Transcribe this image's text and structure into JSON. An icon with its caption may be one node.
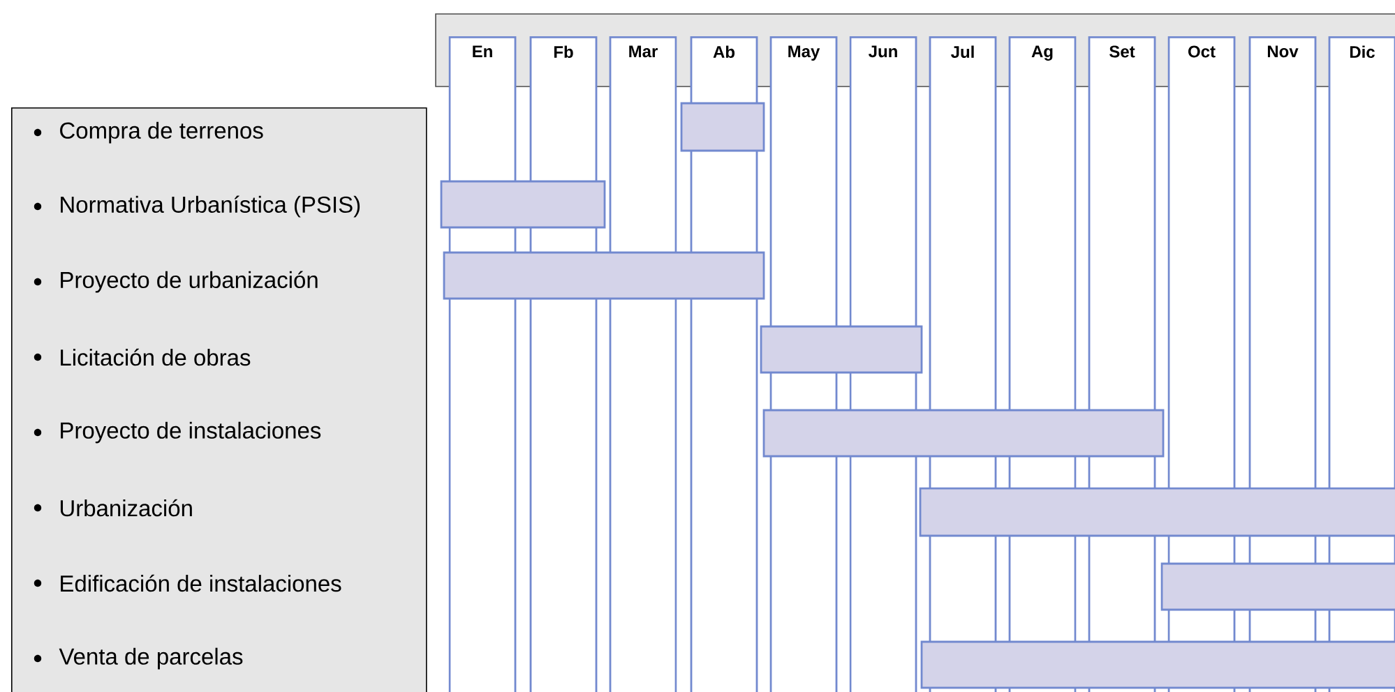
{
  "diagram": {
    "nodes": [
      {
        "text": [
          "En"
        ]
      },
      {
        "text": [
          "Fb"
        ]
      },
      {
        "text": [
          "Mar"
        ]
      },
      {
        "text": [
          "Ab"
        ]
      },
      {
        "text": [
          "May"
        ]
      },
      {
        "text": [
          "Jun"
        ]
      },
      {
        "text": [
          "Jul"
        ]
      },
      {
        "text": [
          "Ag"
        ]
      },
      {
        "text": [
          "Set"
        ]
      },
      {
        "text": [
          "Oct"
        ]
      },
      {
        "text": [
          "Nov"
        ]
      },
      {
        "text": [
          "Dic"
        ]
      },
      {
        "text": [
          "Compra de terrenos",
          "Normativa Urbanística (PSIS)",
          "Proyecto de urbanización",
          "Licitación de obras",
          "Proyecto de instalaciones",
          "Urbanización",
          "Edificación de instalaciones",
          "Venta de parcelas"
        ]
      },
      {
        "text": [],
        "shape": "bar"
      },
      {
        "text": [],
        "shape": "bar"
      },
      {
        "text": [],
        "shape": "bar"
      },
      {
        "text": [],
        "shape": "bar"
      },
      {
        "text": [],
        "shape": "bar"
      },
      {
        "text": [],
        "shape": "bar"
      },
      {
        "text": [],
        "shape": "bar"
      },
      {
        "text": [],
        "shape": "bar"
      }
    ],
    "edges": []
  }
}
